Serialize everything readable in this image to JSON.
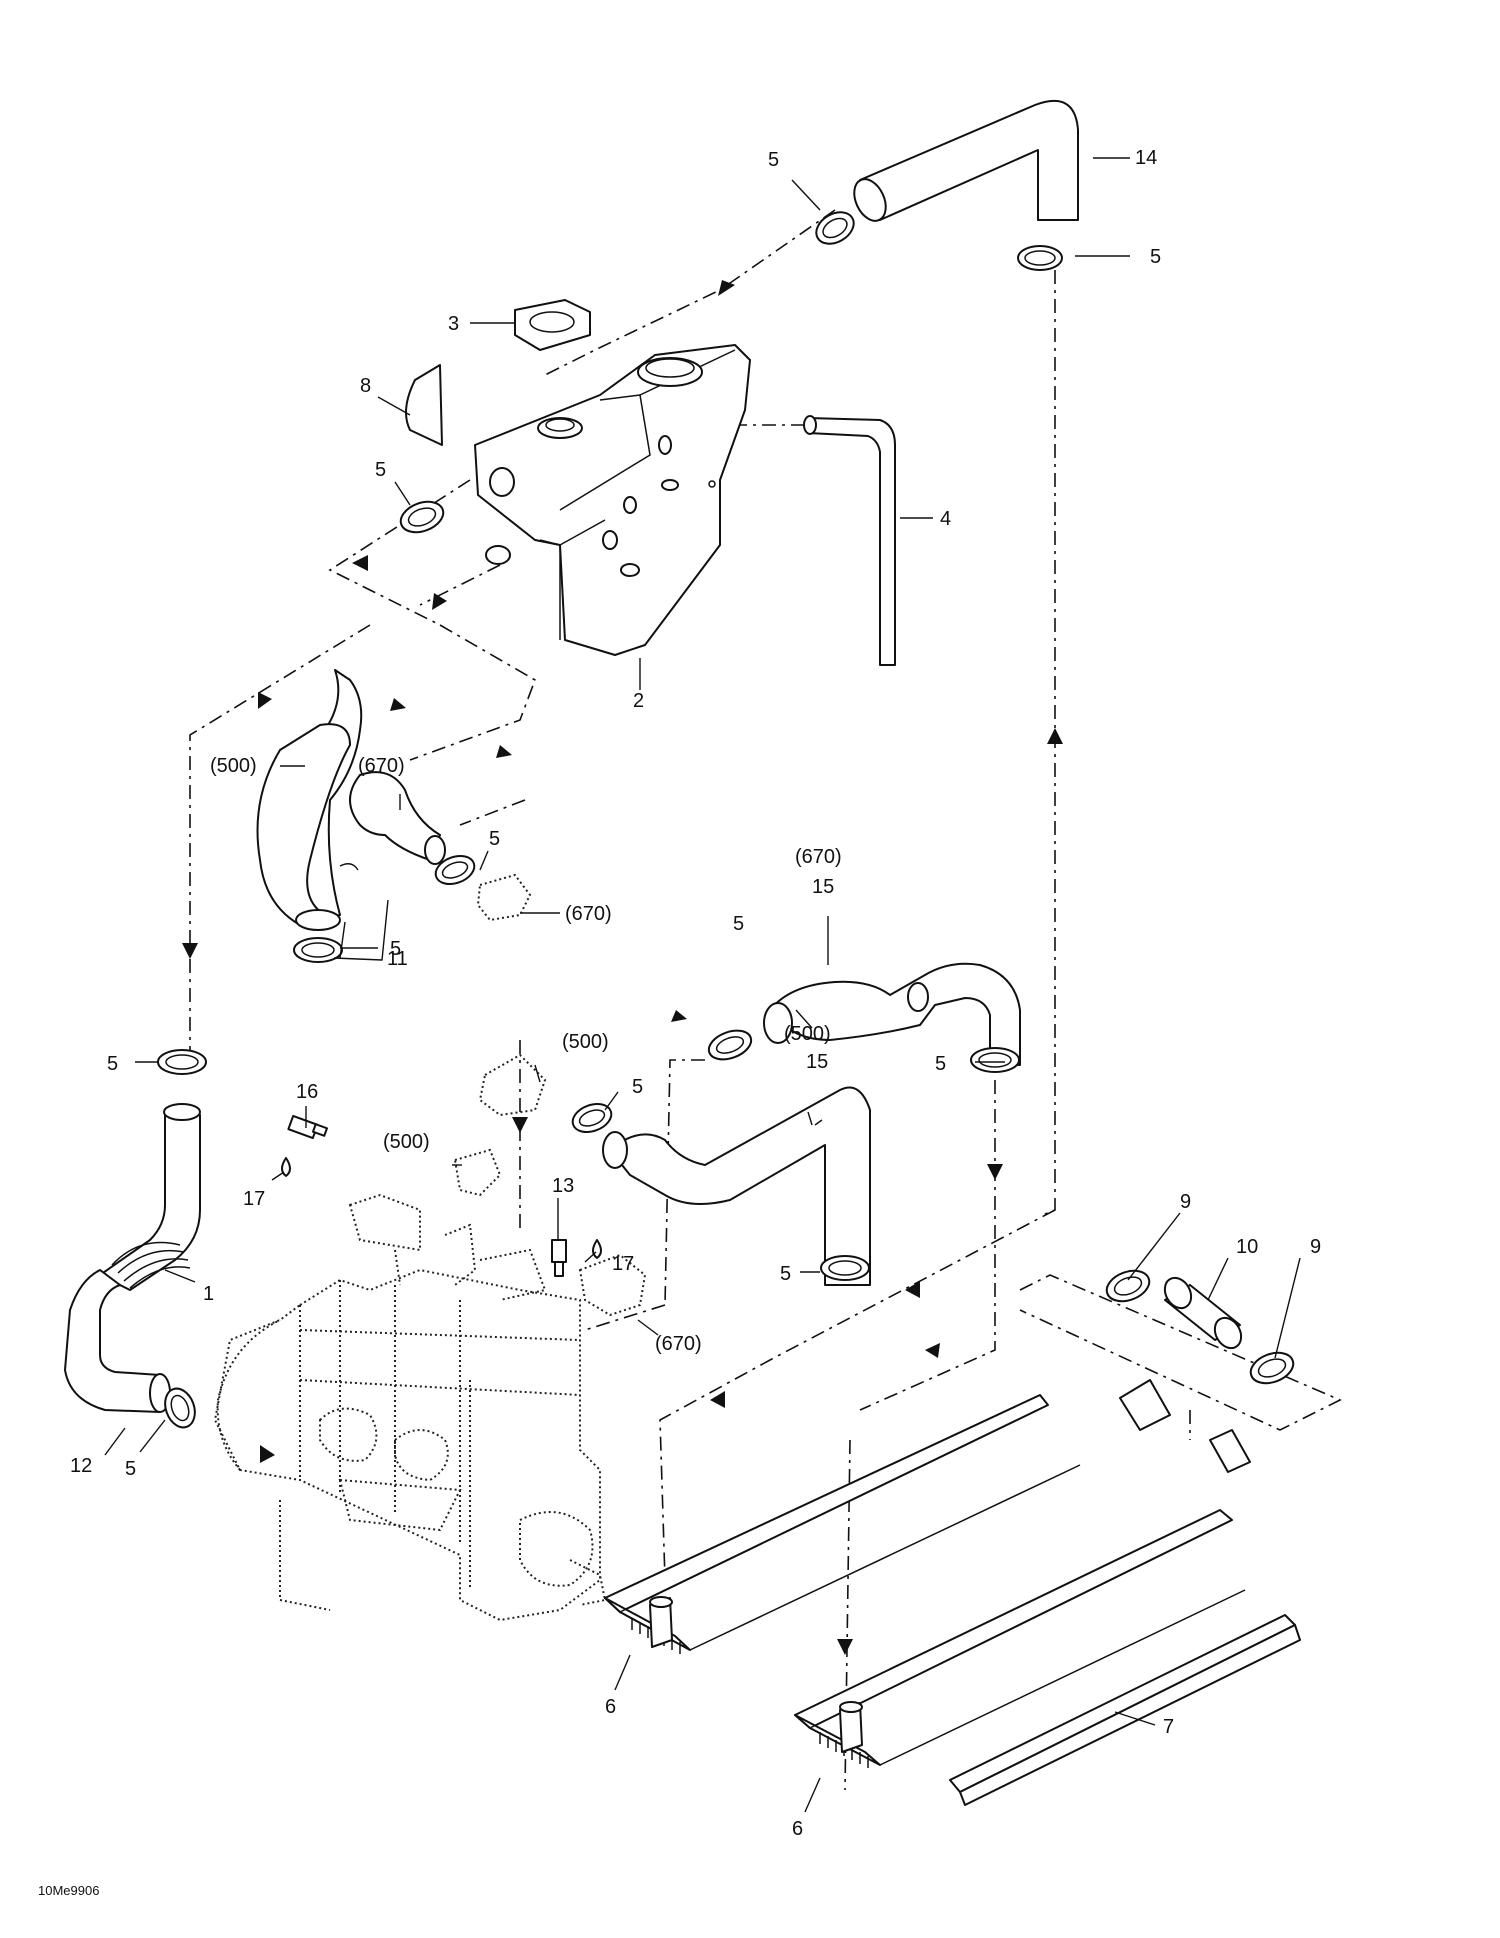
{
  "diagram_code": "10Me9906",
  "callouts": {
    "c1": "1",
    "c2": "2",
    "c3": "3",
    "c4": "4",
    "c5": "5",
    "c6": "6",
    "c7": "7",
    "c8": "8",
    "c9": "9",
    "c10": "10",
    "c11": "11",
    "c12": "12",
    "c13": "13",
    "c14": "14",
    "c15": "15",
    "c16": "16",
    "c17": "17",
    "lube500": "(500)",
    "lube670": "(670)"
  }
}
